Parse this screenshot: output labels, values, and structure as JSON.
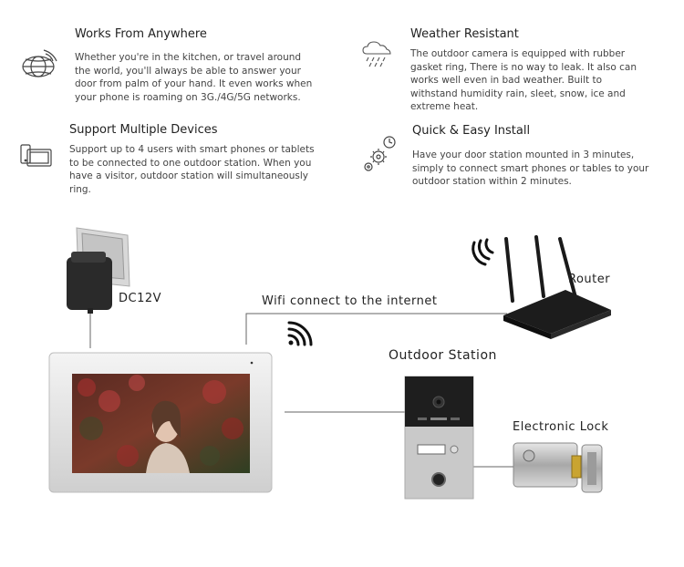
{
  "features": {
    "anywhere": {
      "title": "Works From Anywhere",
      "body": "Whether you're in the kitchen, or travel around the world, you'll always be able to answer your door from palm of your hand. It even works when your phone is roaming on 3G./4G/5G networks.",
      "icon": "globe-wifi-icon"
    },
    "weather": {
      "title": "Weather Resistant",
      "body": "The outdoor camera is equipped with rubber gasket ring, There is no way to leak. It also can works well even in bad weather. Built to withstand humidity rain, sleet, snow, ice and extreme heat.",
      "icon": "rain-cloud-icon"
    },
    "devices": {
      "title": "Support Multiple Devices",
      "body": "Support up to 4 users with smart phones or tablets to be connected to one outdoor station. When you have a visitor, outdoor station will simultaneously ring.",
      "icon": "devices-icon"
    },
    "install": {
      "title": "Quick & Easy Install",
      "body": "Have your door station mounted in 3 minutes, simply to connect smart phones or tables to your outdoor station within 2 minutes.",
      "icon": "gears-clock-icon"
    }
  },
  "diagram": {
    "power_label": "DC12V",
    "wifi_label": "Wifi connect to the internet",
    "router_label": "Router",
    "outdoor_label": "Outdoor Station",
    "lock_label": "Electronic Lock"
  },
  "colors": {
    "line": "#555555",
    "text": "#222222",
    "device_silver": "#d9d9d9",
    "station_dark": "#1e1e1e"
  }
}
